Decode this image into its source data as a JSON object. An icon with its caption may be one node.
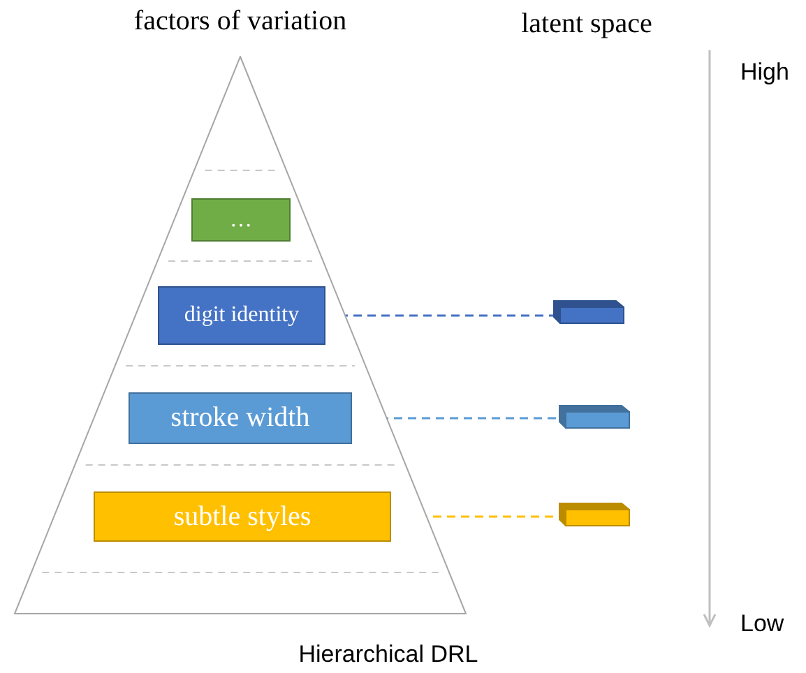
{
  "diagram": {
    "caption": "Hierarchical DRL",
    "nodes": [
      {
        "text": [
          "factors of variation"
        ]
      },
      {
        "text": [
          "…"
        ],
        "in": 0
      },
      {
        "text": [
          "digit identity"
        ],
        "in": 0
      },
      {
        "text": [
          "stroke width"
        ],
        "in": 0
      },
      {
        "text": [
          "subtle styles"
        ],
        "in": 0
      },
      {
        "text": [],
        "shape": "bar"
      },
      {
        "text": [],
        "shape": "bar"
      },
      {
        "text": [],
        "shape": "bar"
      }
    ],
    "edges": [
      {
        "from": 2,
        "to": 5,
        "arrow": "none",
        "style": "dashed",
        "color": "#4472c4"
      },
      {
        "from": 3,
        "to": 6,
        "arrow": "none",
        "style": "dashed",
        "color": "#5b9bd5"
      },
      {
        "from": 4,
        "to": 7,
        "arrow": "none",
        "style": "dashed",
        "color": "#ffc000"
      }
    ],
    "labels": [
      "latent space",
      "High",
      "Low"
    ]
  }
}
